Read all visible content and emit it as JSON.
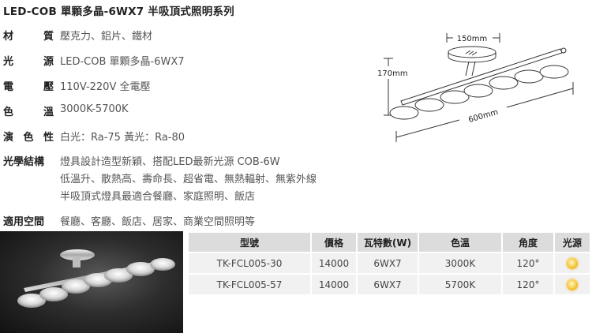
{
  "title": "LED-COB 單顆多晶-6WX7 半吸頂式照明系列",
  "specs": [
    {
      "label": "材質",
      "value": "壓克力、鋁片、鐵材"
    },
    {
      "label": "光源",
      "value": "LED-COB 單顆多晶-6WX7"
    },
    {
      "label": "電壓",
      "value": "110V-220V 全電壓"
    },
    {
      "label": "色溫",
      "value": "3000K-5700K"
    },
    {
      "label": "演色性",
      "value": "白光：Ra-75  黃光：Ra-80"
    }
  ],
  "optical": {
    "label": "光學結構",
    "lines": [
      "燈具設計造型新穎、搭配LED最新光源 COB-6W",
      "低溫升、散熱高、壽命長、超省電、無熱輻射、無紫外線",
      "半吸頂式燈具最適合餐廳、家庭照明、飯店"
    ]
  },
  "usage": {
    "label": "適用空間",
    "value": "餐廳、客廳、飯店、居家、商業空間照明等"
  },
  "diagram": {
    "width_label": "150mm",
    "height_label": "170mm",
    "length_label": "600mm"
  },
  "table": {
    "headers": [
      "型號",
      "價格",
      "瓦特數(W)",
      "色溫",
      "角度",
      "光源"
    ],
    "rows": [
      {
        "model": "TK-FCL005-30",
        "price": "14000",
        "watt": "6WX7",
        "temp": "3000K",
        "angle": "120°",
        "light_icon": "warm-bulb-icon",
        "light_color": "#f7c73a"
      },
      {
        "model": "TK-FCL005-57",
        "price": "14000",
        "watt": "6WX7",
        "temp": "5700K",
        "angle": "120°",
        "light_icon": "warm-bulb-icon",
        "light_color": "#f7c73a"
      }
    ]
  }
}
